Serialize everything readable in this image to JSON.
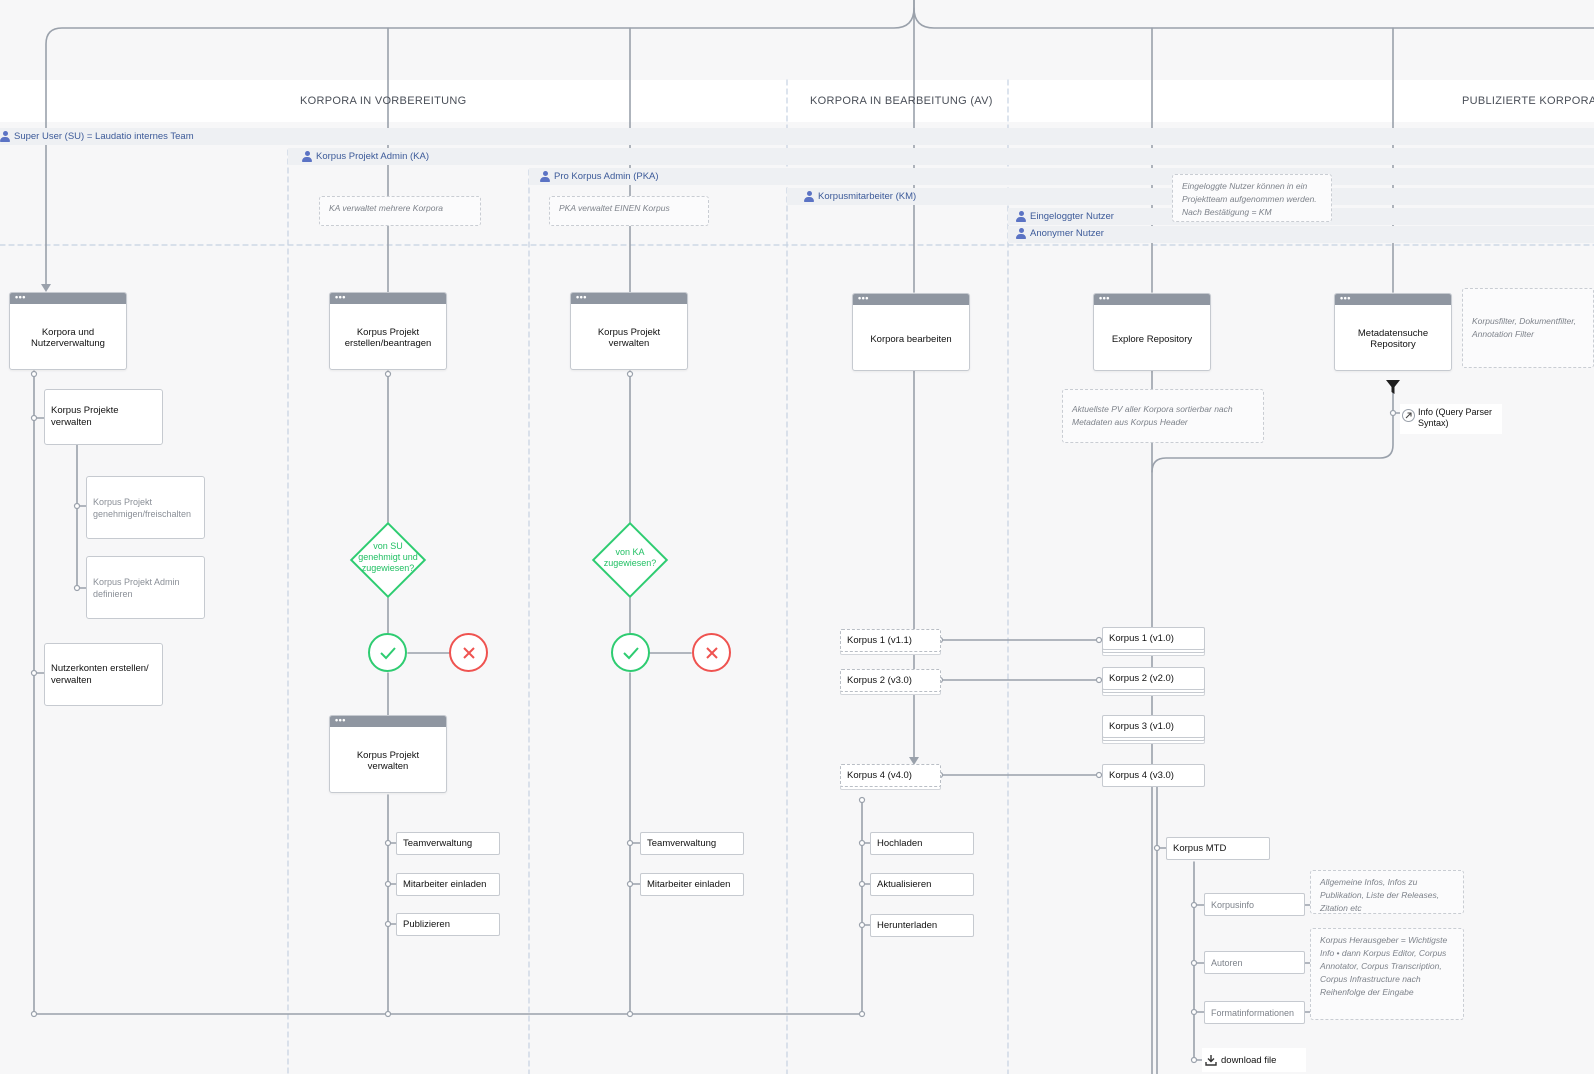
{
  "phases": {
    "preparation": "KORPORA IN VORBEREITUNG",
    "editing": "KORPORA IN BEARBEITUNG (AV)",
    "published": "PUBLIZIERTE KORPORA ("
  },
  "roles": {
    "su": "Super User (SU) = Laudatio internes Team",
    "ka": "Korpus Projekt Admin (KA)",
    "pka": "Pro Korpus Admin (PKA)",
    "km": "Korpusmitarbeiter (KM)",
    "logged_in": "Eingeloggter Nutzer",
    "anonymous": "Anonymer Nutzer"
  },
  "notes": {
    "ka": "KA verwaltet mehrere Korpora",
    "pka": "PKA verwaltet EINEN Korpus",
    "logged_in": "Eingeloggte Nutzer können in ein Projektteam aufgenommen werden. Nach Bestätigung = KM",
    "explore": "Aktuellste PV aller Korpora sortierbar nach Metadaten aus Korpus Header",
    "metasearch": "Korpusfilter, Dokumentfilter, Annotation Filter",
    "korpusinfo": "Allgemeine Infos, Infos zu Publikation, Liste der Releases, Zitation etc",
    "autoren": "Korpus Herausgeber = Wichtigste Info • dann Korpus Editor, Corpus Annotator, Corpus Transcription, Corpus Infrastructure nach Reihenfolge der Eingabe"
  },
  "windows": {
    "dots": "•••",
    "korpora_nutzer": "Korpora und\nNutzerverwaltung",
    "projekt_erstellen": "Korpus Projekt\nerstellen/beantragen",
    "korpus_verwalten": "Korpus Projekt\nverwalten",
    "korpora_bearbeiten": "Korpora bearbeiten",
    "explore": "Explore Repository",
    "metadatensuche": "Metadatensuche\nRepository",
    "projekt_verwalten": "Korpus Projekt\nverwalten"
  },
  "admin_items": {
    "projekte_verwalten": "Korpus Projekte\nverwalten",
    "genehmigen": "Korpus Projekt\ngenehmigen/freischalten",
    "admin_definieren": "Korpus Projekt Admin\ndefinieren",
    "nutzerkonten": "Nutzerkonten erstellen/\nverwalten"
  },
  "decisions": {
    "su": "von SU\ngenehmigt und\nzugewiesen?",
    "ka": "von KA\nzugewiesen?"
  },
  "ka_actions": [
    "Teamverwaltung",
    "Mitarbeiter einladen",
    "Publizieren"
  ],
  "pka_actions": [
    "Teamverwaltung",
    "Mitarbeiter einladen"
  ],
  "editing_corpora": [
    "Korpus 1 (v1.1)",
    "Korpus 2 (v3.0)",
    "Korpus 4 (v4.0)"
  ],
  "editing_actions": [
    "Hochladen",
    "Aktualisieren",
    "Herunterladen"
  ],
  "published_corpora": [
    "Korpus 1 (v1.0)",
    "Korpus 2 (v2.0)",
    "Korpus 3 (v1.0)",
    "Korpus 4 (v3.0)"
  ],
  "info_query": "Info (Query Parser\nSyntax)",
  "mtd": {
    "title": "Korpus MTD",
    "items": [
      "Korpusinfo",
      "Autoren",
      "Formatinformationen"
    ],
    "download": "download file"
  },
  "colors": {
    "line": "#9aa1ab",
    "ok": "#2ecc71",
    "no": "#ef5350",
    "role": "#3c5a99",
    "windowbar": "#8f96a1"
  }
}
